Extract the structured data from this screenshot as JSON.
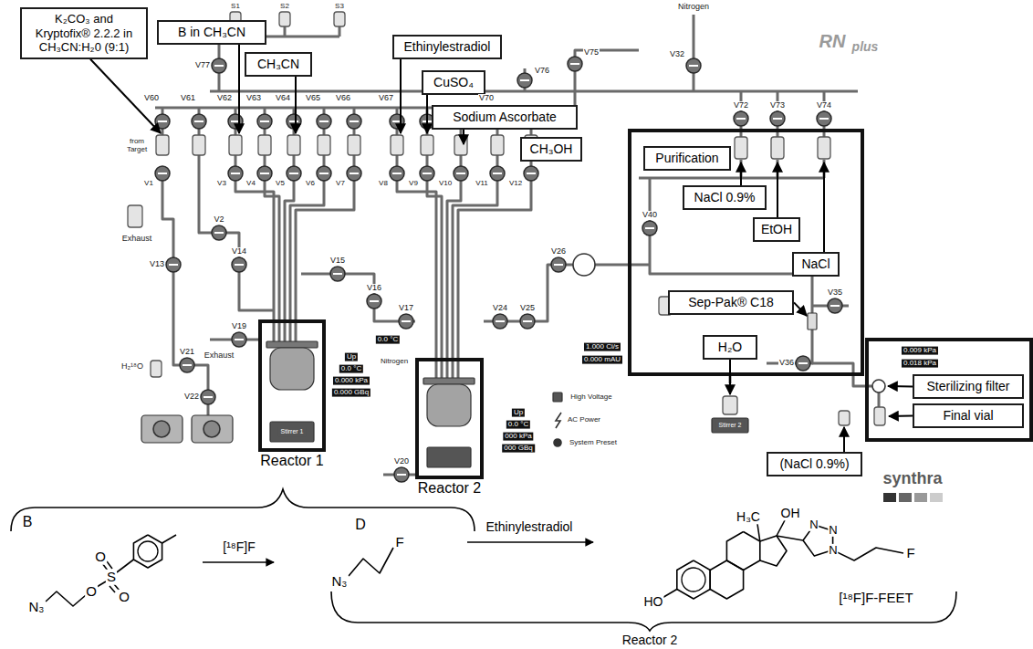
{
  "diagram": {
    "nodes": [
      {
        "text": [
          "K₂CO₃ and Kryptofix® 2.2.2 in CH₃CN:H₂0 (9:1)"
        ]
      },
      {
        "text": [
          "B in CH₃CN"
        ]
      },
      {
        "text": [
          "CH₃CN"
        ]
      },
      {
        "text": [
          "Ethinylestradiol"
        ]
      },
      {
        "text": [
          "CuSO₄"
        ]
      },
      {
        "text": [
          "Sodium Ascorbate"
        ]
      },
      {
        "text": [
          "CH₃OH"
        ]
      },
      {
        "text": [
          "Purification"
        ]
      },
      {
        "text": [
          "NaCl 0.9%"
        ]
      },
      {
        "text": [
          "EtOH"
        ]
      },
      {
        "text": [
          "NaCl"
        ]
      },
      {
        "text": [
          "Sep-Pak® C18"
        ]
      },
      {
        "text": [
          "H₂O"
        ]
      },
      {
        "text": [
          "Sterilizing filter"
        ]
      },
      {
        "text": [
          "Final vial"
        ]
      },
      {
        "text": [
          "(NaCl 0.9%)"
        ]
      },
      {
        "text": [
          "Reactor 1"
        ]
      },
      {
        "text": [
          "Reactor 2"
        ]
      }
    ],
    "labels": [
      "S1",
      "S2",
      "S3",
      "V77",
      "Nitrogen",
      "V32",
      "V75",
      "V76",
      "RN",
      "plus",
      "V60",
      "V61",
      "V62",
      "V63",
      "V64",
      "V65",
      "V66",
      "V67",
      "V70",
      "V72",
      "V73",
      "V74",
      "from Target",
      "V1",
      "V3",
      "V4",
      "V5",
      "V6",
      "V7",
      "V8",
      "V9",
      "V10",
      "V11",
      "V12",
      "V2",
      "Exhaust",
      "V13",
      "V14",
      "V15",
      "V16",
      "V17",
      "V24",
      "V25",
      "V26",
      "V19",
      "0.0 °C",
      "Exhaust",
      "Nitrogen",
      "H₂¹⁸O",
      "V21",
      "V22",
      "Up",
      "0.0 °C",
      "0.000 kPa",
      "0.000 GBq",
      "Stirrer 1",
      "V20",
      "Up",
      "0.0 °C",
      "000 kPa",
      "000 GBq",
      "High Voltage",
      "AC Power",
      "System Preset",
      "1.000 Ci/s",
      "0.000 mAU",
      "V40",
      "V35",
      "V36",
      "0.009 kPa",
      "0.018 kPa",
      "Stirrer 2",
      "synthra",
      "B",
      "N₃",
      "O",
      "S",
      "O",
      "O",
      "[¹⁸F]F",
      "D",
      "N₃",
      "F",
      "Ethinylestradiol",
      "H₃C",
      "OH",
      "N",
      "N",
      "N",
      "F",
      "HO",
      "[¹⁸F]F-FEET",
      "Reactor 2"
    ]
  }
}
